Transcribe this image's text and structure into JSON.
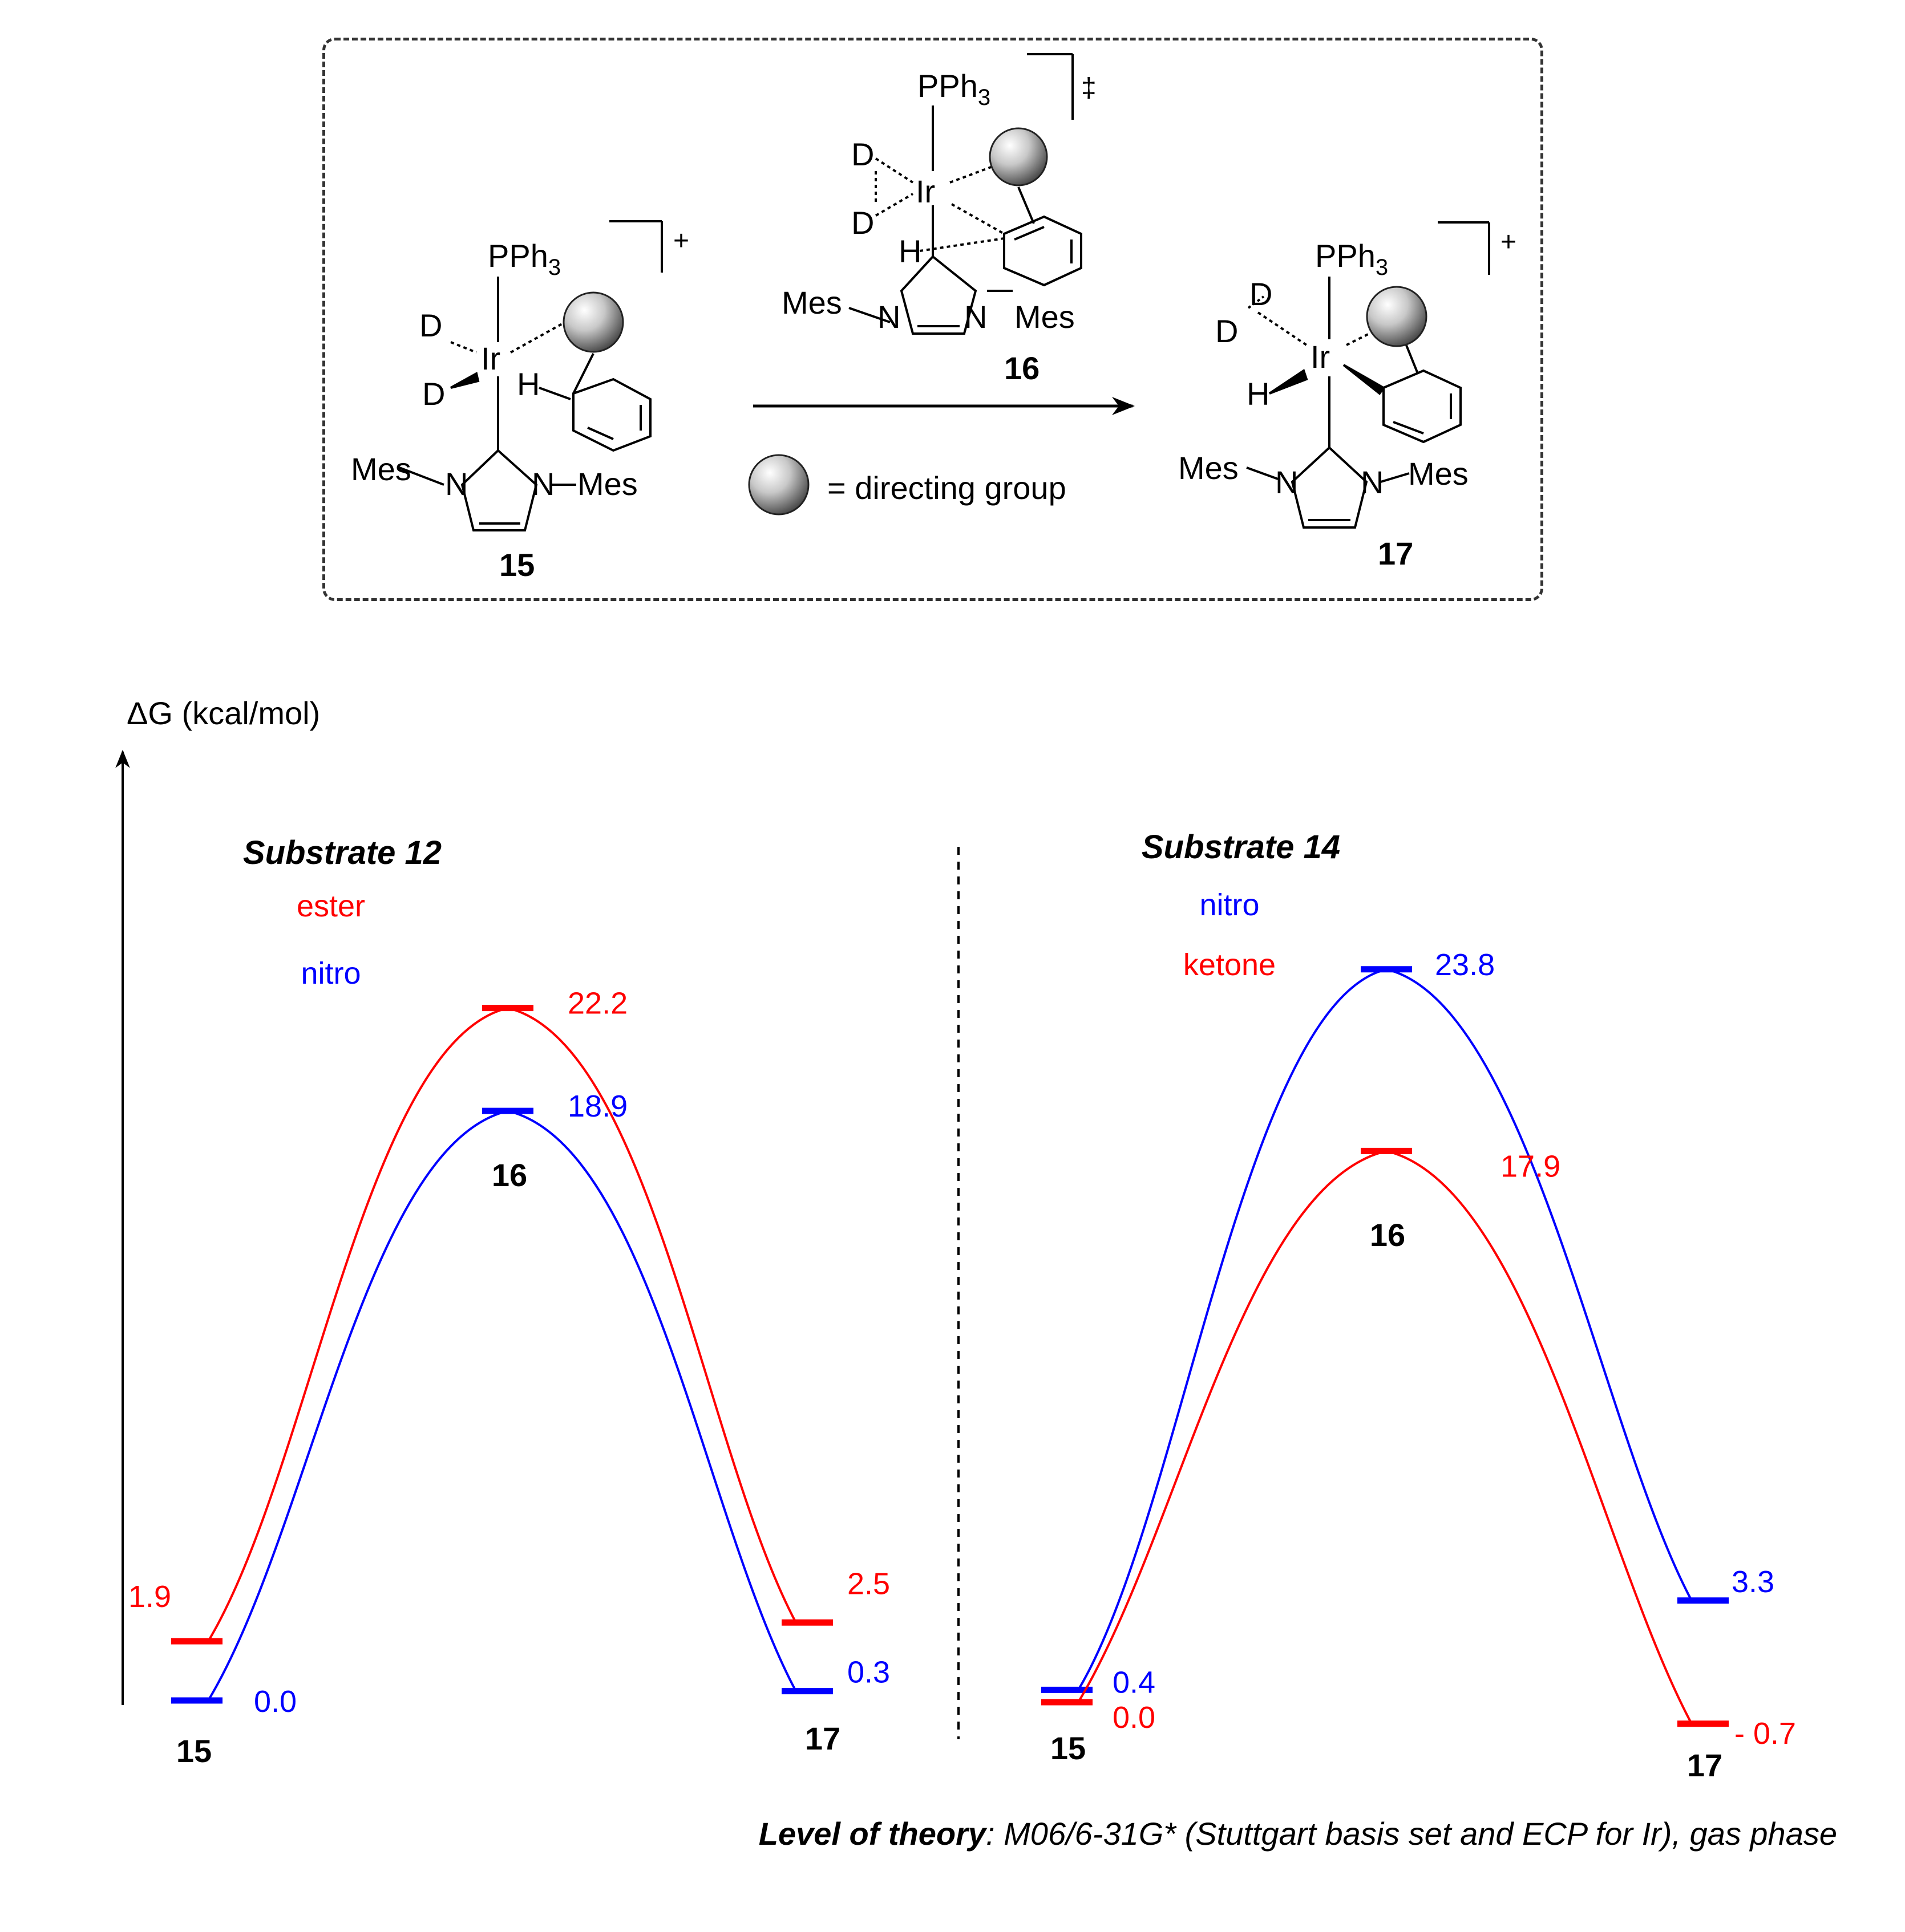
{
  "scheme": {
    "reactant": {
      "id": "15",
      "phosphine": "PPh",
      "phosphine_sub": "3",
      "metal": "Ir",
      "ligand_d1": "D",
      "ligand_d2": "D",
      "ligand_h": "H",
      "charge": "+",
      "carbene_left": "Mes",
      "carbene_n_left": "N",
      "carbene_n_right": "N",
      "carbene_right": "Mes"
    },
    "transition_state": {
      "id": "16",
      "phosphine": "PPh",
      "phosphine_sub": "3",
      "metal": "Ir",
      "ligand_d1": "D",
      "ligand_d2": "D",
      "ligand_h": "H",
      "charge": "‡",
      "carbene_left": "Mes",
      "carbene_n_left": "N",
      "carbene_n_right": "N",
      "carbene_right": "Mes"
    },
    "product": {
      "id": "17",
      "phosphine": "PPh",
      "phosphine_sub": "3",
      "metal": "Ir",
      "ligand_d1": "D",
      "ligand_d2": "D",
      "ligand_h": "H",
      "charge": "+",
      "carbene_left": "Mes",
      "carbene_n_left": "N",
      "carbene_n_right": "N",
      "carbene_right": "Mes"
    },
    "legend": "= directing group"
  },
  "chart_data": {
    "type": "energy-profile",
    "ylabel": "ΔG (kcal/mol)",
    "footnote_bold": "Level of theory",
    "footnote_rest": ": M06/6-31G* (Stuttgart basis set and ECP for Ir), gas phase",
    "colors": {
      "ester": "#ff0000",
      "nitro": "#0000ff",
      "ketone": "#ff0000"
    },
    "panels": [
      {
        "title": "Substrate 12",
        "species": [
          "15",
          "16",
          "17"
        ],
        "series": [
          {
            "name": "ester",
            "color": "#ff0000",
            "values": [
              1.9,
              22.2,
              2.5
            ],
            "labels": [
              "1.9",
              "22.2",
              "2.5"
            ]
          },
          {
            "name": "nitro",
            "color": "#0000ff",
            "values": [
              0.0,
              18.9,
              0.3
            ],
            "labels": [
              "0.0",
              "18.9",
              "0.3"
            ]
          }
        ]
      },
      {
        "title": "Substrate 14",
        "species": [
          "15",
          "16",
          "17"
        ],
        "series": [
          {
            "name": "nitro",
            "color": "#0000ff",
            "values": [
              0.4,
              23.8,
              3.3
            ],
            "labels": [
              "0.4",
              "23.8",
              "3.3"
            ]
          },
          {
            "name": "ketone",
            "color": "#ff0000",
            "values": [
              0.0,
              17.9,
              -0.7
            ],
            "labels": [
              "0.0",
              "17.9",
              "- 0.7"
            ]
          }
        ]
      }
    ]
  }
}
